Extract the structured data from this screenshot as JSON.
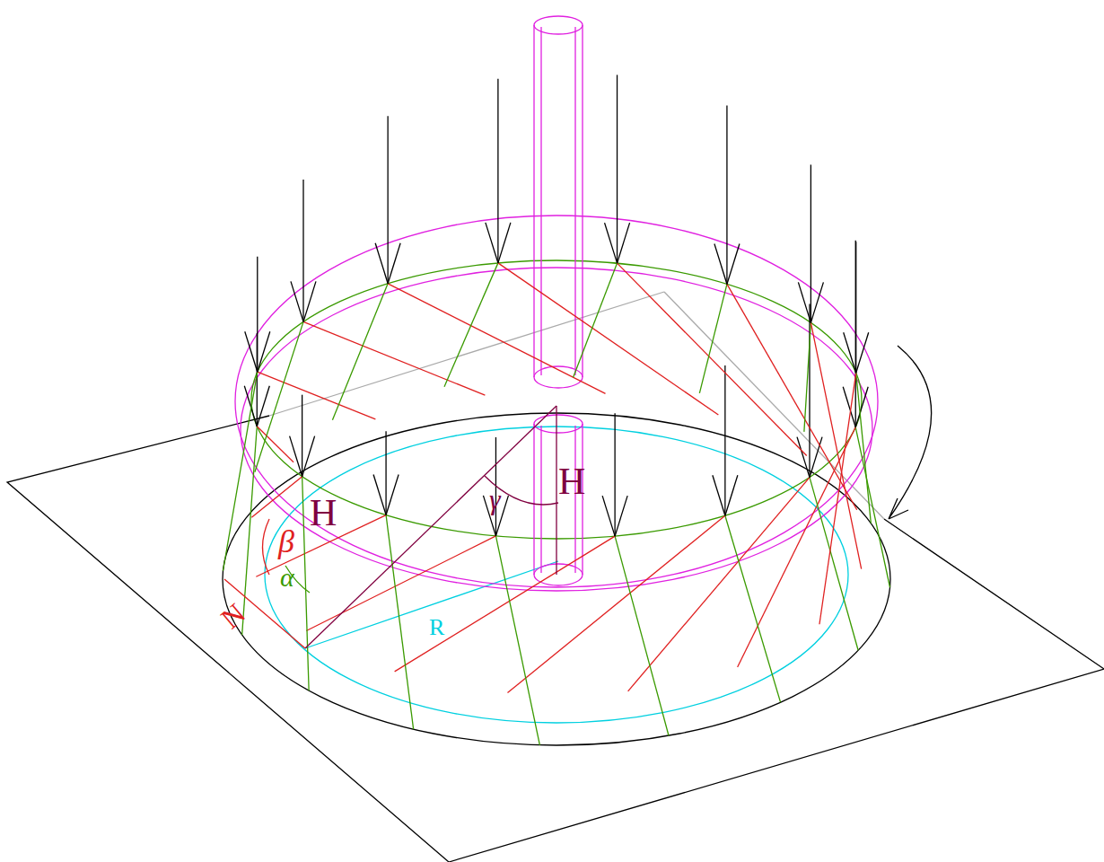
{
  "diagram": {
    "labels": [
      "H",
      "β",
      "α",
      "N",
      "γ",
      "H",
      "R"
    ]
  }
}
